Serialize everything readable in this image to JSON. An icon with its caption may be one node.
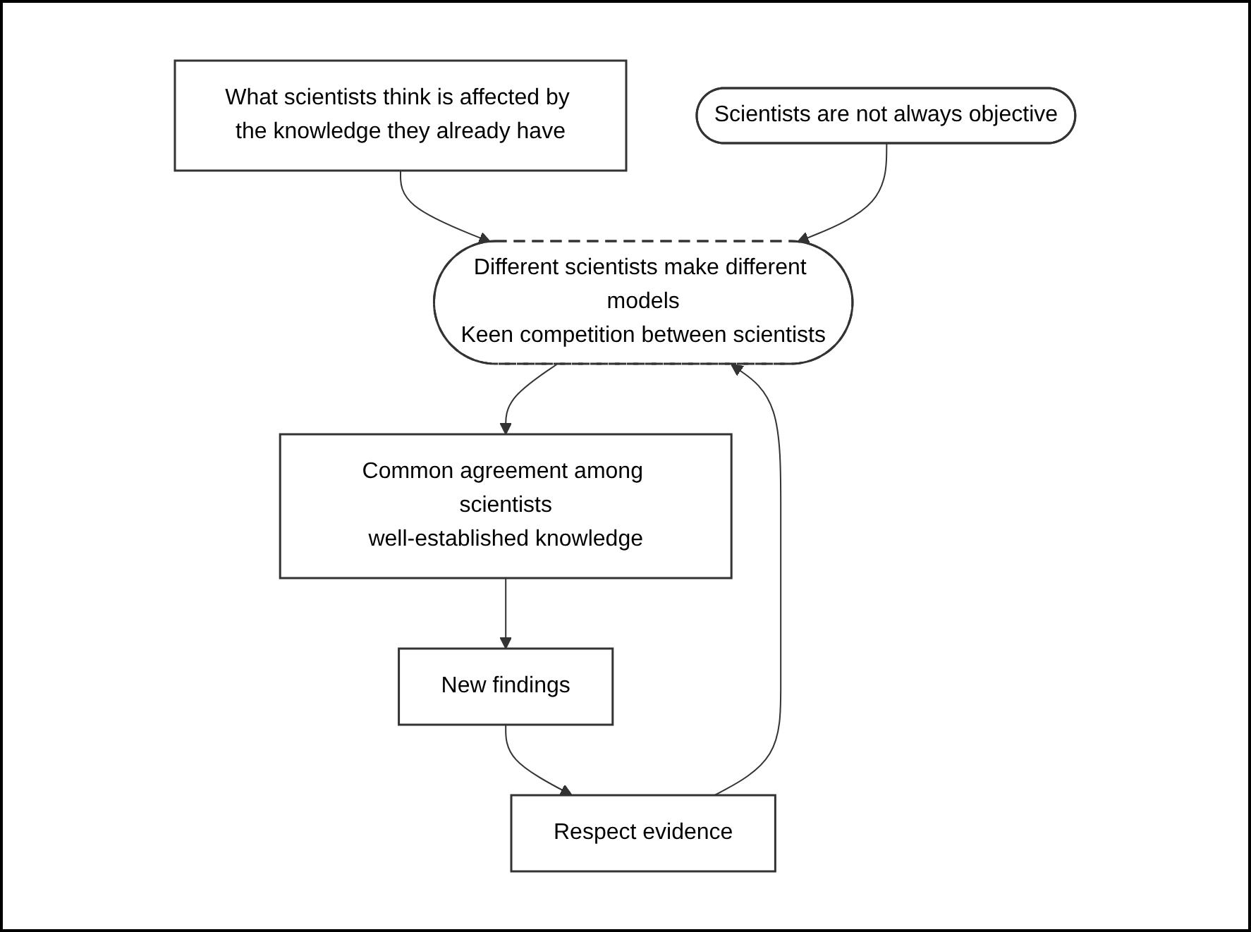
{
  "diagram": {
    "nodes": [
      {
        "text": [
          "What scientists think is affected by the knowledge they already have"
        ]
      },
      {
        "text": [
          "Respect evidence"
        ]
      },
      {
        "text": [
          "Scientists are not always objective"
        ]
      },
      {
        "text": [
          "Different scientists make different models",
          "Keen competition between scientists"
        ]
      },
      {
        "text": [
          "New findings"
        ]
      },
      {
        "text": [
          "Common agreement among scientists",
          "well-established knowledge"
        ]
      }
    ],
    "edges": [
      {
        "from": 0,
        "to": 3,
        "arrow": "to"
      },
      {
        "from": 1,
        "to": 3,
        "arrow": "to"
      },
      {
        "from": 2,
        "to": 3,
        "arrow": "to"
      },
      {
        "from": 3,
        "to": 5,
        "arrow": "to"
      },
      {
        "from": 5,
        "to": 4,
        "arrow": "to"
      },
      {
        "from": 4,
        "to": 1,
        "arrow": "to"
      }
    ]
  }
}
